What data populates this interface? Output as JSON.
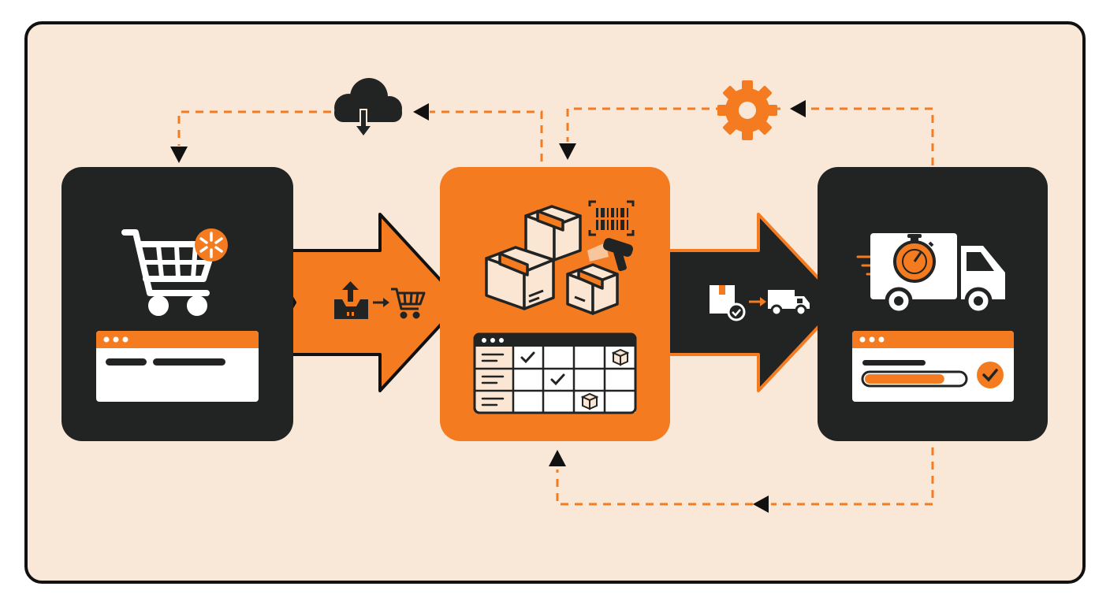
{
  "diagram": {
    "stages": [
      {
        "id": "order-platform",
        "icon": "shopping-cart-icon",
        "badge_icon": "spark-badge-icon",
        "panel": "browser-window-with-text-lines"
      },
      {
        "id": "fulfillment-center",
        "icon": "stacked-boxes-icon",
        "scanner_icon": "barcode-scanner-icon",
        "panel": "spreadsheet-grid-with-checks"
      },
      {
        "id": "delivery",
        "icon": "delivery-truck-with-stopwatch-icon",
        "panel": "browser-window-with-progress-bar"
      }
    ],
    "connectors": [
      {
        "from": "order-platform",
        "to": "fulfillment-center",
        "icons": [
          "inbox-upload-icon",
          "small-cart-icon"
        ]
      },
      {
        "from": "fulfillment-center",
        "to": "delivery",
        "icons": [
          "box-check-icon",
          "small-truck-icon"
        ]
      }
    ],
    "feedback_loops": [
      {
        "from": "fulfillment-center",
        "to": "order-platform",
        "icon": "cloud-download-icon"
      },
      {
        "from": "delivery",
        "to": "fulfillment-center",
        "icon": "gear-icon"
      },
      {
        "from": "delivery",
        "to": "fulfillment-center",
        "icon": "none"
      }
    ],
    "progress_fraction": 0.8
  },
  "colors": {
    "background": "#f9e8d8",
    "dark": "#222323",
    "orange": "#f47b20",
    "white": "#ffffff",
    "box_fill": "#fbe6d3"
  }
}
